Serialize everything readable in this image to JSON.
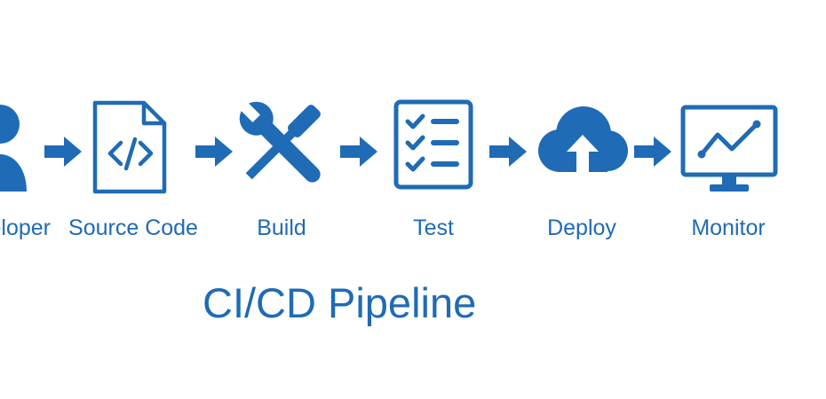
{
  "colors": {
    "primary": "#1f6bb5",
    "background": "#ffffff"
  },
  "diagram": {
    "title": "CI/CD Pipeline",
    "stages": [
      {
        "label": "Developer",
        "icon": "user-icon"
      },
      {
        "label": "Source Code",
        "icon": "code-file-icon"
      },
      {
        "label": "Build",
        "icon": "wrench-screwdriver-icon"
      },
      {
        "label": "Test",
        "icon": "checklist-icon"
      },
      {
        "label": "Deploy",
        "icon": "cloud-upload-icon"
      },
      {
        "label": "Monitor",
        "icon": "monitor-chart-icon"
      }
    ],
    "connector_icon": "arrow-right-icon"
  }
}
